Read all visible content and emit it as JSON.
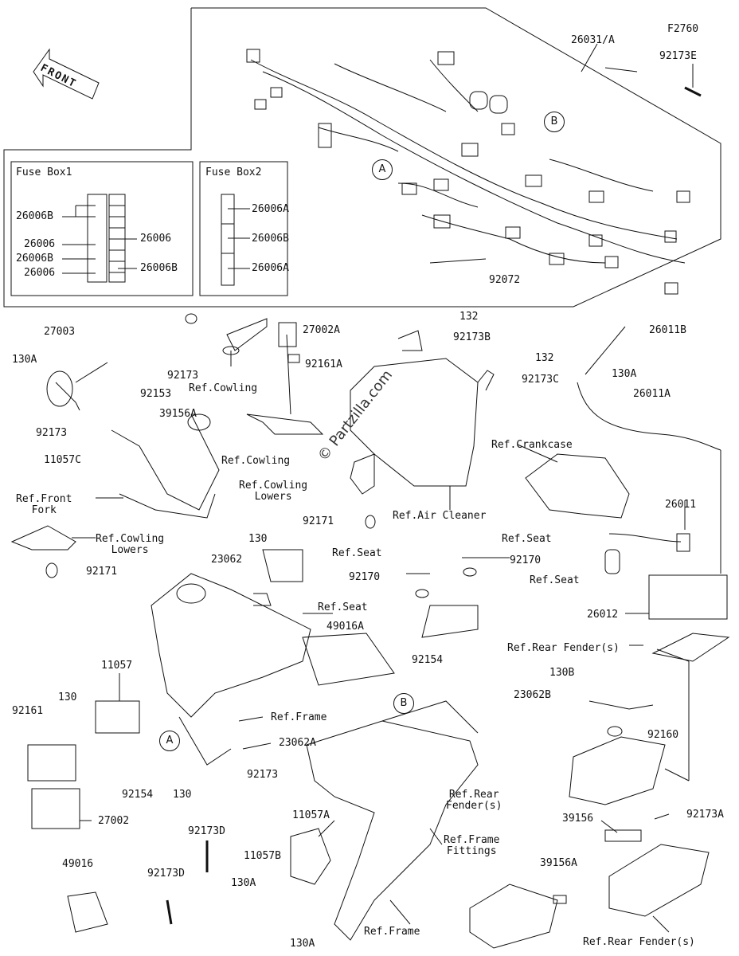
{
  "diagram_code": "F2760",
  "front_label": "FRONT",
  "watermark": "© Partzilla.com",
  "fuse_box_1": {
    "title": "Fuse Box1",
    "labels": [
      "26006B",
      "26006",
      "26006B",
      "26006",
      "26006",
      "26006B"
    ]
  },
  "fuse_box_2": {
    "title": "Fuse Box2",
    "labels": [
      "26006A",
      "26006B",
      "26006A"
    ]
  },
  "tags": {
    "a": "A",
    "b": "B"
  },
  "labels": {
    "p26031a": "26031/A",
    "p92173e": "92173E",
    "p92072": "92072",
    "p26011b": "26011B",
    "p27003": "27003",
    "p130a_1": "130A",
    "p92153": "92153",
    "p39156a_1": "39156A",
    "p92173_1": "92173",
    "p11057c": "11057C",
    "ref_front_fork": "Ref.Front\nFork",
    "ref_cowling_lowers_1": "Ref.Cowling\nLowers",
    "p92171_1": "92171",
    "p92173_2": "92173",
    "ref_cowling_1": "Ref.Cowling",
    "p27002a": "27002A",
    "p92161a": "92161A",
    "ref_cowling_2": "Ref.Cowling",
    "ref_cowling_lowers_2": "Ref.Cowling\nLowers",
    "p92171_2": "92171",
    "p132_1": "132",
    "p92173b": "92173B",
    "p132_2": "132",
    "p92173c": "92173C",
    "ref_air_cleaner": "Ref.Air Cleaner",
    "p130a_2": "130A",
    "p26011a": "26011A",
    "ref_crankcase": "Ref.Crankcase",
    "p26011": "26011",
    "p26012": "26012",
    "p130_1": "130",
    "p23062": "23062",
    "ref_seat_1": "Ref.Seat",
    "p92170_1": "92170",
    "ref_seat_2": "Ref.Seat",
    "p49016a": "49016A",
    "ref_seat_3": "Ref.Seat",
    "p92170_2": "92170",
    "ref_seat_4": "Ref.Seat",
    "p92154_1": "92154",
    "ref_rear_fender_1": "Ref.Rear Fender(s)",
    "p130b": "130B",
    "p23062b": "23062B",
    "p92160": "92160",
    "p11057": "11057",
    "p130_2": "130",
    "p92161": "92161",
    "ref_frame_1": "Ref.Frame",
    "p23062a": "23062A",
    "p92154_2": "92154",
    "p130_3": "130",
    "p27002": "27002",
    "p92173_3": "92173",
    "p11057a": "11057A",
    "ref_rear_fender_2": "Ref.Rear\nFender(s)",
    "ref_frame_fittings": "Ref.Frame\nFittings",
    "p39156": "39156",
    "p92173a": "92173A",
    "p39156a_2": "39156A",
    "p92173d_1": "92173D",
    "p92173d_2": "92173D",
    "p11057b": "11057B",
    "p130a_3": "130A",
    "p49016": "49016",
    "ref_frame_2": "Ref.Frame",
    "p130a_4": "130A",
    "ref_rear_fender_3": "Ref.Rear Fender(s)"
  }
}
